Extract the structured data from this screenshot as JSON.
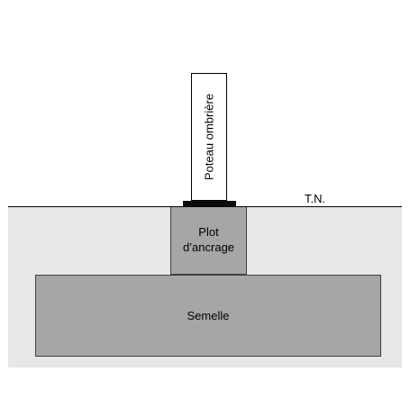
{
  "labels": {
    "post": "Poteau ombrière",
    "terrain": "T.N.",
    "anchor_block_line1": "Plot",
    "anchor_block_line2": "d’ancrage",
    "footing": "Semelle"
  },
  "colors": {
    "ground": "#e7e7e7",
    "concrete": "#a6a6a6",
    "base_plate": "#0b0b0b",
    "post": "#ffffff"
  }
}
